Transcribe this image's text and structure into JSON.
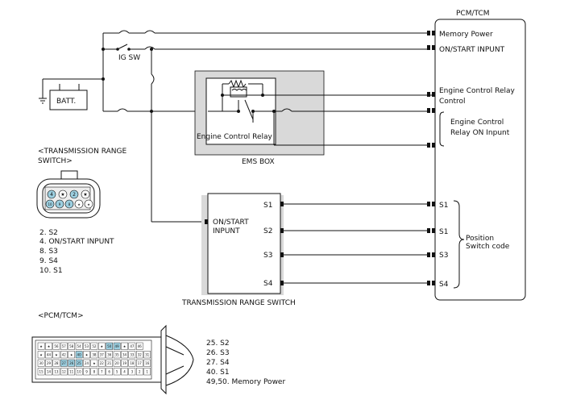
{
  "pcm": {
    "title": "PCM/TCM"
  },
  "pcm_pins": {
    "memory_power": "Memory Power",
    "on_start": "ON/START INPUNT",
    "ecr_control_1": "Engine Control Relay",
    "ecr_control_2": "Control",
    "ecr_on_1": "Engine Control",
    "ecr_on_2": "Relay ON Inpunt",
    "s1a": "S1",
    "s1b": "S1",
    "s3": "S3",
    "s4": "S4",
    "position_1": "Position",
    "position_2": "Switch code"
  },
  "ig_sw": "IG SW",
  "batt": "BATT.",
  "ems": {
    "relay": "Engine Control Relay",
    "box": "EMS BOX"
  },
  "trs": {
    "title": "TRANSMISSION RANGE SWITCH",
    "input_1": "ON/START",
    "input_2": "INPUNT",
    "pins": [
      "S1",
      "S2",
      "S3",
      "S4"
    ]
  },
  "trs_connector": {
    "heading_1": "<TRANSMISSION RANGE",
    "heading_2": "SWITCH>",
    "cavities_top": [
      "4",
      "★",
      "2",
      "★"
    ],
    "cavities_bottom": [
      "10",
      "9",
      "8",
      "★",
      "★"
    ],
    "legend": [
      "2. S2",
      "4. ON/START INPUNT",
      "8. S3",
      "9. S4",
      "10. S1"
    ]
  },
  "pcm_connector": {
    "heading": "<PCM/TCM>",
    "row1": [
      "★",
      "★",
      "56",
      "57",
      "58",
      "54",
      "53",
      "52",
      "★",
      "50",
      "49",
      "★",
      "47",
      "46"
    ],
    "row2": [
      "★",
      "44",
      "★",
      "42",
      "★",
      "40",
      "★",
      "38",
      "37",
      "36",
      "35",
      "34",
      "33",
      "32",
      "31"
    ],
    "row3": [
      "30",
      "29",
      "28",
      "27",
      "26",
      "25",
      "24",
      "★",
      "22",
      "21",
      "20",
      "19",
      "18",
      "17",
      "16"
    ],
    "row4": [
      "15",
      "14",
      "13",
      "12",
      "11",
      "10",
      "9",
      "8",
      "7",
      "6",
      "5",
      "4",
      "3",
      "2",
      "1"
    ],
    "legend": [
      "25. S2",
      "26. S3",
      "27. S4",
      "40. S1",
      "49,50. Memory Power"
    ]
  }
}
